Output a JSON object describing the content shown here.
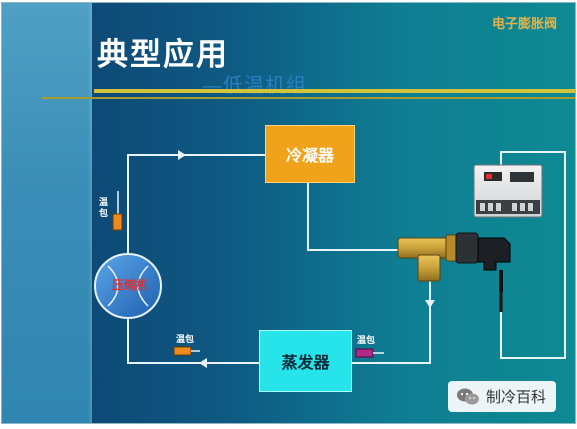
{
  "slide": {
    "title": "典型应用",
    "subtitle": "—低温机组",
    "brand": "电子膨胀阀"
  },
  "diagram": {
    "condenser_label": "冷凝器",
    "evaporator_label": "蒸发器",
    "compressor_label": "压缩机",
    "bulb_left_label": "温包",
    "bulb_mid_label": "温包",
    "bulb_right_label": "温包"
  },
  "watermark": {
    "text": "制冷百科"
  },
  "colors": {
    "condenser": "#f0a21a",
    "evaporator": "#27e4ea",
    "pipe": "#e8f4f8",
    "bulb_orange": "#f08a1a",
    "bulb_purple": "#b02a8a",
    "valve_brass": "#c9a23a"
  }
}
